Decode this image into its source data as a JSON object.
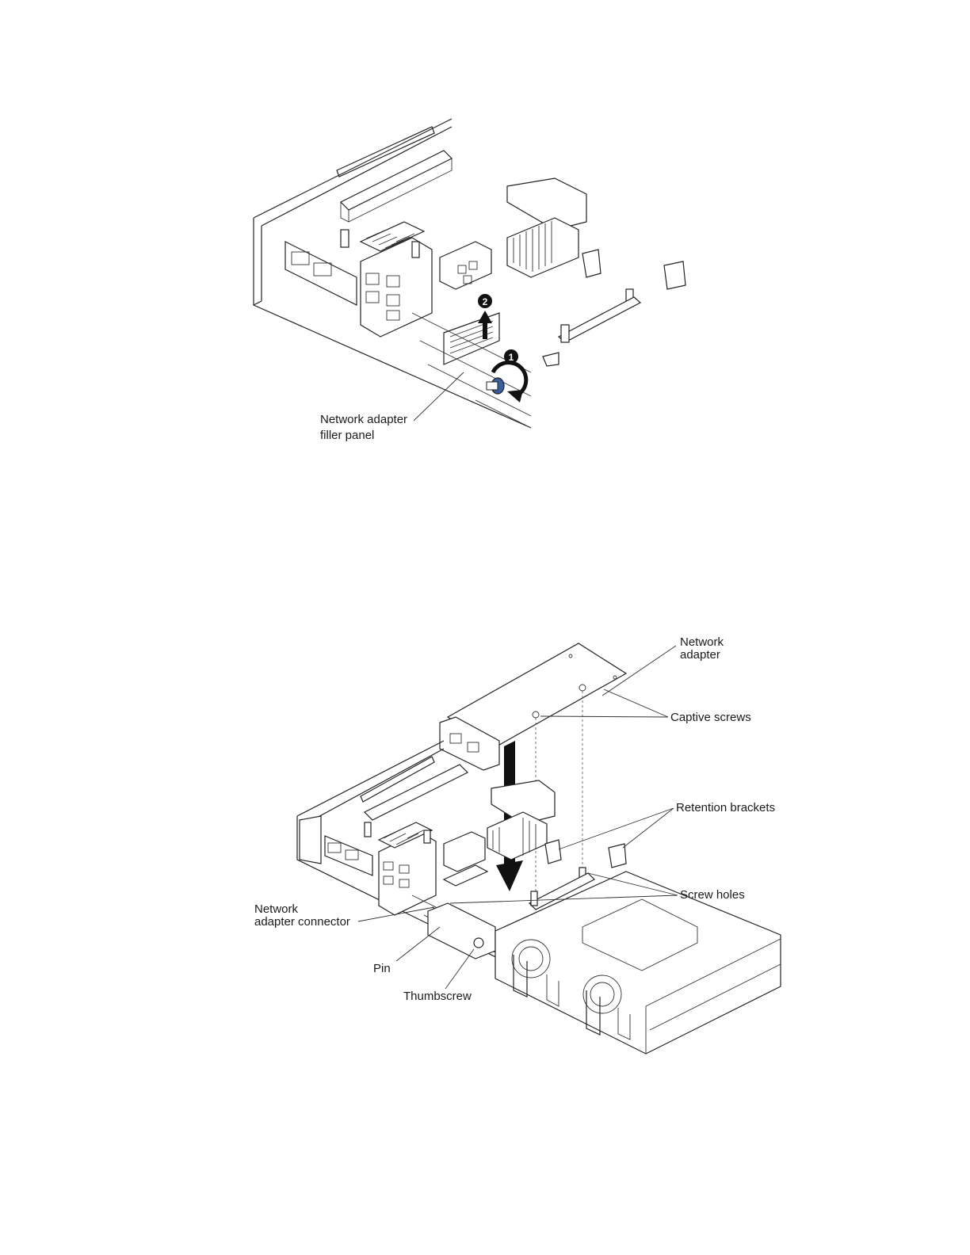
{
  "figure1": {
    "step1_marker": "1",
    "step2_marker": "2",
    "labels": {
      "filler_panel_line1": "Network adapter",
      "filler_panel_line2": "filler panel"
    }
  },
  "figure2": {
    "labels": {
      "network_adapter_line1": "Network",
      "network_adapter_line2": "adapter",
      "captive_screws": "Captive screws",
      "retention_brackets": "Retention brackets",
      "screw_holes": "Screw holes",
      "connector_line1": "Network",
      "connector_line2": "adapter connector",
      "pin": "Pin",
      "thumbscrew": "Thumbscrew"
    }
  },
  "colors": {
    "line": "#222222",
    "screw_accent": "#3a5fa0",
    "marker_fill": "#111111"
  }
}
